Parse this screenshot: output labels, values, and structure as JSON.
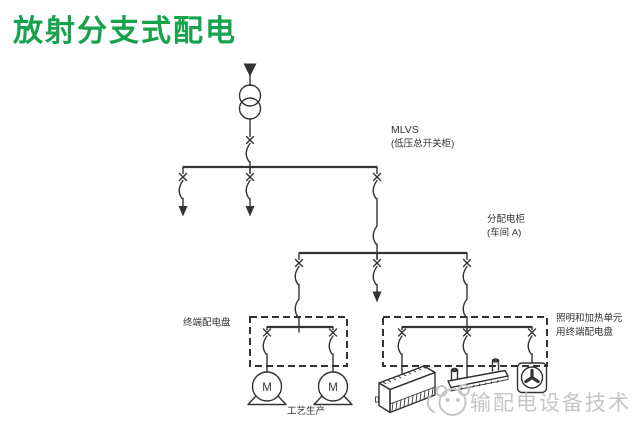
{
  "page": {
    "title": "放射分支式配电"
  },
  "colors": {
    "title_green": "#17a24e",
    "diagram_line": "#333333",
    "watermark_gray": "#c6c6c6"
  },
  "diagram": {
    "mlvs_label": "MLVS",
    "mlvs_sublabel": "(低压总开关柜)",
    "distribution_label": "分配电柜",
    "distribution_sublabel": "(车间 A)",
    "terminal_board_label": "终端配电盘",
    "lighting_board_label_line1": "照明和加热单元",
    "lighting_board_label_line2": "用终端配电盘",
    "process_label": "工艺生产",
    "motor_symbol": "M"
  },
  "watermark": {
    "text": "输配电设备技术"
  }
}
